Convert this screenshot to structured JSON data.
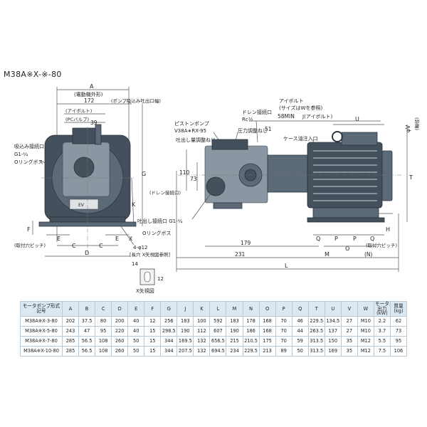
{
  "title": "M38A※X-※-80",
  "labels": {
    "dim_A": "A",
    "motor_outline": "(電動機外形)",
    "dim_172": "172",
    "pump_suction_discharge_width": "(ポンプ吸込み吐出口幅)",
    "eyebolt_small": "(アイボルト)",
    "pc_valve": "(PCバルブ)",
    "dim_39": "39",
    "suction_port": "吸込み接続口",
    "suction_port_spec": "G1-¼",
    "o_ring_boss_left": "Oリングボス",
    "dim_G": "G",
    "dim_K": "K",
    "dim_F": "F",
    "dim_E_left": "E",
    "dim_E_right": "E",
    "dim_X_arrow": "X",
    "mounting_pitch_left": "(取付穴ピッチ)",
    "dim_C_left": "C",
    "dim_C_right": "C",
    "dim_D": "D",
    "hole_spec": "4-φ12",
    "long_hole_note": "[長穴 X矢視図参照]",
    "dim_14": "14",
    "dim_12": "12",
    "x_view": "X矢視図",
    "piston_pump": "ピストンポンプ",
    "piston_pump_model": "V38A∗RX-95",
    "drain_port": "ドレン接続口",
    "drain_port_spec": "Rc½",
    "dim_58min": "58MIN",
    "pressure_adj": "圧力調整ねじ",
    "dim_51": "51",
    "discharge_adj": "吐出し量調整ねじ",
    "dim_110": "110",
    "dim_73": "73",
    "drain_port_small": "(ドレン接続口)",
    "discharge_port": "吐出し接続口 G1-¼",
    "o_ring_boss_right": "Oリングボス",
    "eyebolt": "アイボルト",
    "eyebolt_size": "(サイズはWを参照)",
    "eyebolt_J": "J(アイボルト)",
    "case_oil_inlet": "ケース油注入口",
    "dim_U": "U",
    "dim_phiV": "φV",
    "shaft_dia": "(軸径)",
    "dim_T": "T",
    "dim_Q_1": "Q",
    "dim_Q_2": "Q",
    "dim_P_1": "P",
    "dim_P_2": "P",
    "dim_H": "H",
    "mounting_pitch_right": "(取付穴ピッチ)",
    "dim_179": "179",
    "dim_231": "231",
    "dim_M": "M",
    "dim_O": "O",
    "dim_N": "(N)",
    "dim_L": "L",
    "nameplate": "EV"
  },
  "table": {
    "headers": [
      "モータポンプ形式記号",
      "A",
      "B",
      "C",
      "D",
      "E",
      "F",
      "G",
      "J",
      "K",
      "L",
      "M",
      "N",
      "O",
      "P",
      "Q",
      "T",
      "U",
      "V",
      "W",
      "モータ出力 (kW)",
      "質量 (kg)"
    ],
    "rows": [
      [
        "M38A※X-3-80",
        "202",
        "37.5",
        "80",
        "200",
        "40",
        "12",
        "256",
        "183",
        "100",
        "592",
        "183",
        "178",
        "168",
        "70",
        "46",
        "229.5",
        "134.5",
        "27",
        "M10",
        "2.2",
        "62"
      ],
      [
        "M38A※X-5-80",
        "243",
        "47",
        "95",
        "220",
        "40",
        "15",
        "298.5",
        "190",
        "112",
        "607",
        "190",
        "186",
        "168",
        "70",
        "44",
        "263.5",
        "137",
        "27",
        "M10",
        "3.7",
        "73"
      ],
      [
        "M38A※X-7-80",
        "285",
        "56.5",
        "108",
        "260",
        "50",
        "15",
        "344",
        "169.5",
        "132",
        "656.5",
        "215",
        "210.5",
        "175",
        "70",
        "59",
        "313.5",
        "150",
        "35",
        "M12",
        "5.5",
        "95"
      ],
      [
        "M38A※X-10-80",
        "285",
        "56.5",
        "108",
        "260",
        "50",
        "15",
        "344",
        "207.5",
        "132",
        "694.5",
        "234",
        "229.5",
        "213",
        "89",
        "50",
        "313.5",
        "169",
        "35",
        "M12",
        "7.5",
        "106"
      ]
    ]
  }
}
